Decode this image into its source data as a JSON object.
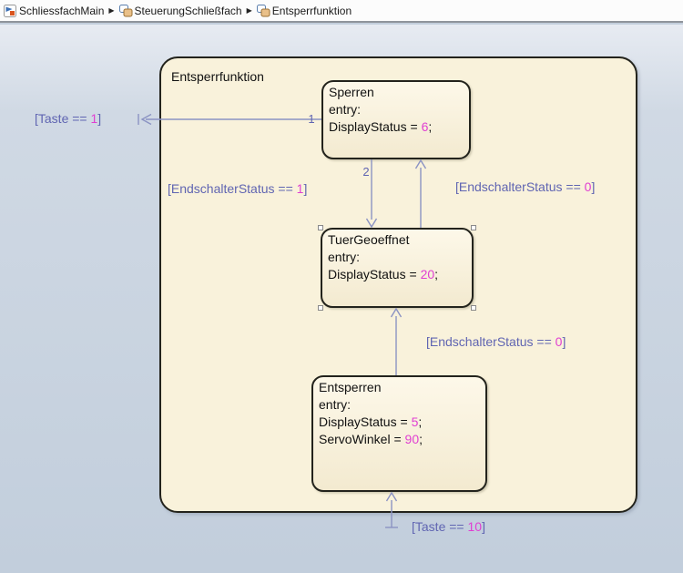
{
  "breadcrumb": {
    "separator": "▶",
    "items": [
      {
        "label": "SchliessfachMain",
        "icon": "simulink-model-icon"
      },
      {
        "label": "SteuerungSchließfach",
        "icon": "stateflow-chart-icon"
      },
      {
        "label": "Entsperrfunktion",
        "icon": "stateflow-chart-icon"
      }
    ]
  },
  "chart": {
    "title": "Entsperrfunktion",
    "states": [
      {
        "name": "Sperren",
        "entry_label": "entry:",
        "actions": [
          {
            "prefix": "DisplayStatus = ",
            "value": "6",
            "suffix": ";"
          }
        ]
      },
      {
        "name": "TuerGeoeffnet",
        "entry_label": "entry:",
        "selected": true,
        "actions": [
          {
            "prefix": "DisplayStatus = ",
            "value": "20",
            "suffix": ";"
          }
        ]
      },
      {
        "name": "Entsperren",
        "entry_label": "entry:",
        "actions": [
          {
            "prefix": "DisplayStatus = ",
            "value": "5",
            "suffix": ";"
          },
          {
            "prefix": "ServoWinkel = ",
            "value": "90",
            "suffix": ";"
          }
        ]
      }
    ],
    "transitions": [
      {
        "label_prefix": "[Taste == ",
        "value": "1",
        "suffix": "]",
        "order": "1"
      },
      {
        "label_prefix": "[EndschalterStatus == ",
        "value": "1",
        "suffix": "]",
        "order": "2"
      },
      {
        "label_prefix": "[EndschalterStatus == ",
        "value": "0",
        "suffix": "]"
      },
      {
        "label_prefix": "[EndschalterStatus == ",
        "value": "0",
        "suffix": "]"
      },
      {
        "label_prefix": "[Taste == ",
        "value": "10",
        "suffix": "]"
      }
    ],
    "colors": {
      "tlabel": "#6065b2",
      "value": "#e03fd2",
      "tline": "#8b93c3",
      "state_border": "#23231c",
      "chart_fill": "#f9f2db",
      "state_fill_top": "#fdf8e9",
      "state_fill_bottom": "#f3ead0",
      "canvas_top": "#e7ebf2",
      "canvas_bottom": "#c2cedc"
    }
  }
}
